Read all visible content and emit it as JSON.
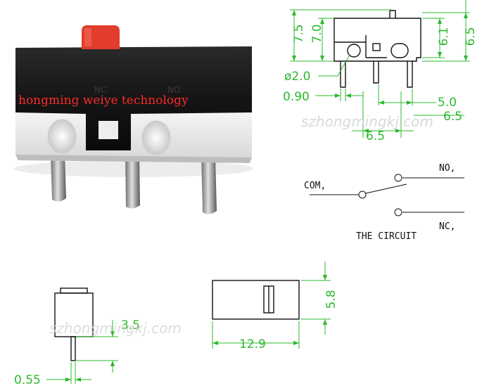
{
  "brand_text": "hongming weiye technology",
  "body_marks": {
    "left": "NC",
    "right": "NO"
  },
  "watermark": "szhongmingkj.com",
  "top_view": {
    "height_total": "7.5",
    "height_body": "7.0",
    "height_right_inner": "6.1",
    "height_right_outer": "6.5",
    "hole_diameter": "ø2.0",
    "pin_width": "0.90",
    "pin_pitch_right": "5.0",
    "pin_pitch_outer": "6.5",
    "pin_pitch_bottom": "6.5"
  },
  "circuit": {
    "com_label": "COM,",
    "no_label": "NO,",
    "nc_label": "NC,",
    "caption": "THE CIRCUIT"
  },
  "side_view": {
    "pin_length": "3.5",
    "pin_thickness": "0.55"
  },
  "front_view": {
    "width": "12.9",
    "height": "5.8"
  }
}
